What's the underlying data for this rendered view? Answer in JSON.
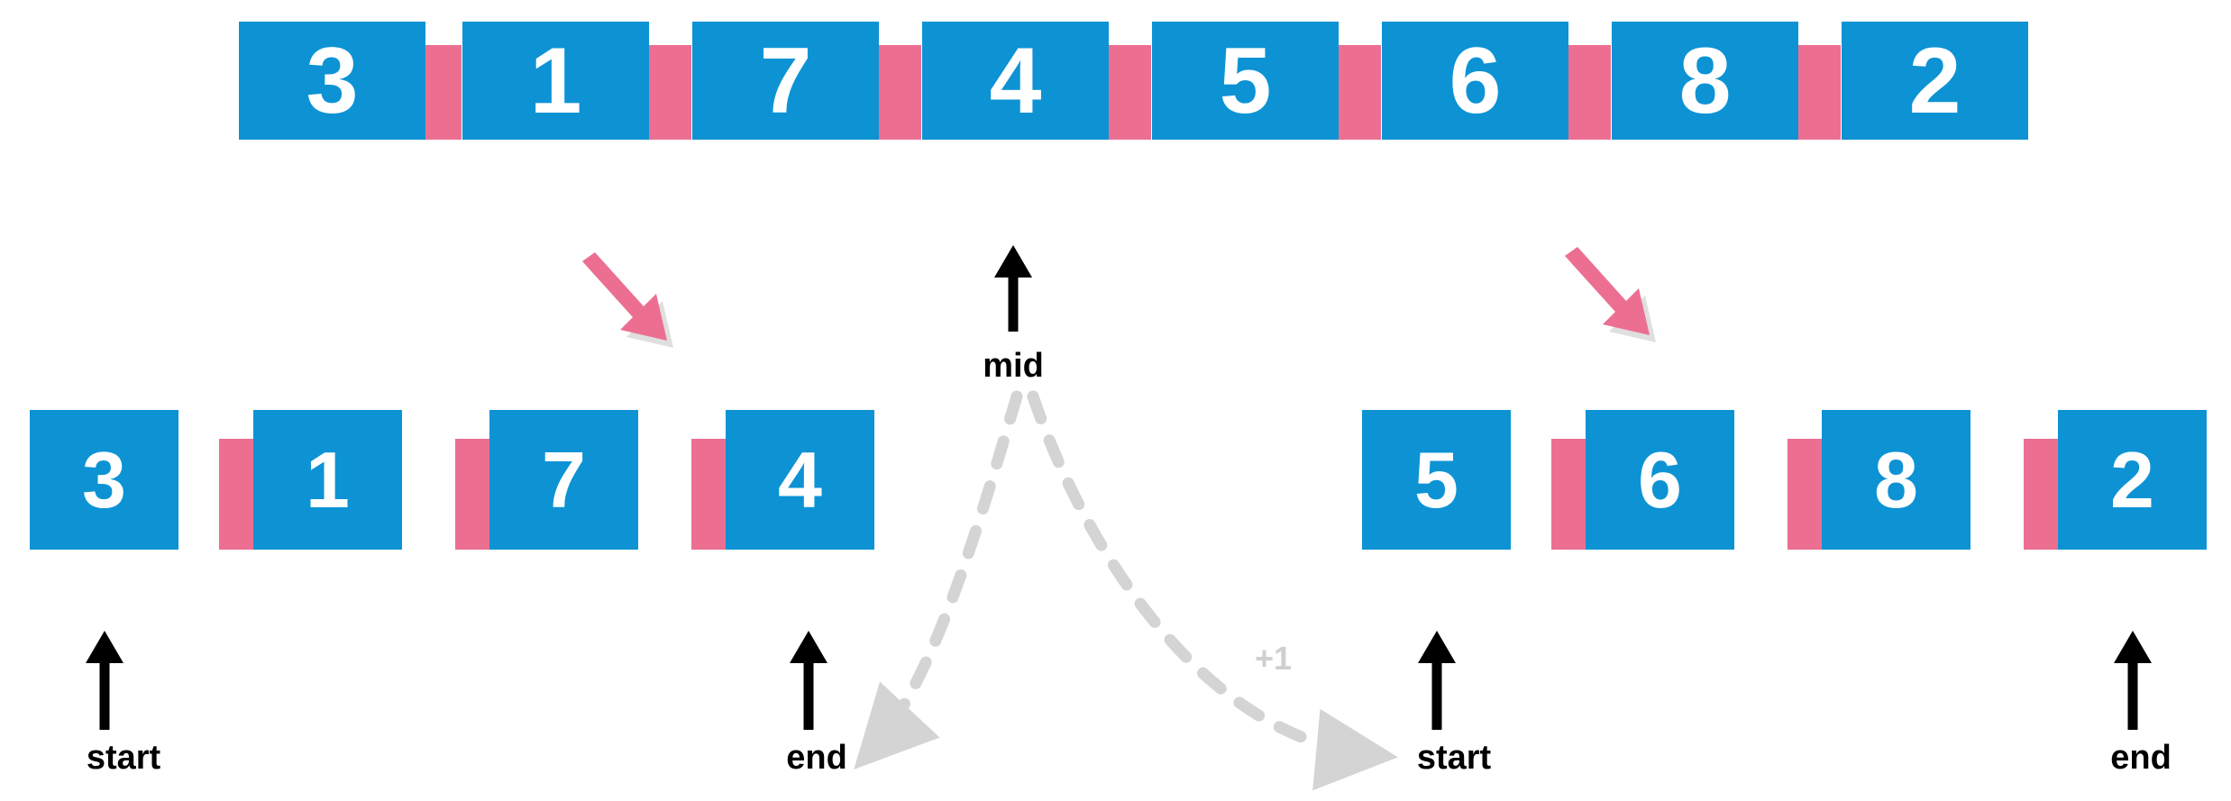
{
  "diagram": {
    "title": "merge-sort-split-step",
    "colors": {
      "cell_fill": "#0d93d4",
      "separator": "#ec6f92",
      "cell_text": "#ffffff",
      "pointer": "#000000",
      "dashed_connector": "#d4d4d4",
      "split_arrow": "#ec6f92",
      "background": "#ffffff"
    },
    "rows": [
      {
        "name": "full-array",
        "cells": [
          {
            "value": "3"
          },
          {
            "value": "1"
          },
          {
            "value": "7"
          },
          {
            "value": "4"
          },
          {
            "value": "5"
          },
          {
            "value": "6"
          },
          {
            "value": "8"
          },
          {
            "value": "2"
          }
        ],
        "pointers": [
          {
            "label": "mid",
            "index": 3
          }
        ]
      },
      {
        "name": "left-half",
        "cells": [
          {
            "value": "3"
          },
          {
            "value": "1"
          },
          {
            "value": "7"
          },
          {
            "value": "4"
          }
        ],
        "pointers": [
          {
            "label": "start",
            "index": 0
          },
          {
            "label": "end",
            "index": 3
          }
        ]
      },
      {
        "name": "right-half",
        "cells": [
          {
            "value": "5"
          },
          {
            "value": "6"
          },
          {
            "value": "8"
          },
          {
            "value": "2"
          }
        ],
        "pointers": [
          {
            "label": "start",
            "index": 0
          },
          {
            "label": "end",
            "index": 3
          }
        ]
      }
    ],
    "split_arrows": [
      {
        "name": "split-arrow-left",
        "direction": "down-right"
      },
      {
        "name": "split-arrow-right",
        "direction": "down-right"
      }
    ],
    "annotations": [
      {
        "name": "offset-annotation",
        "text": "+1"
      }
    ]
  }
}
